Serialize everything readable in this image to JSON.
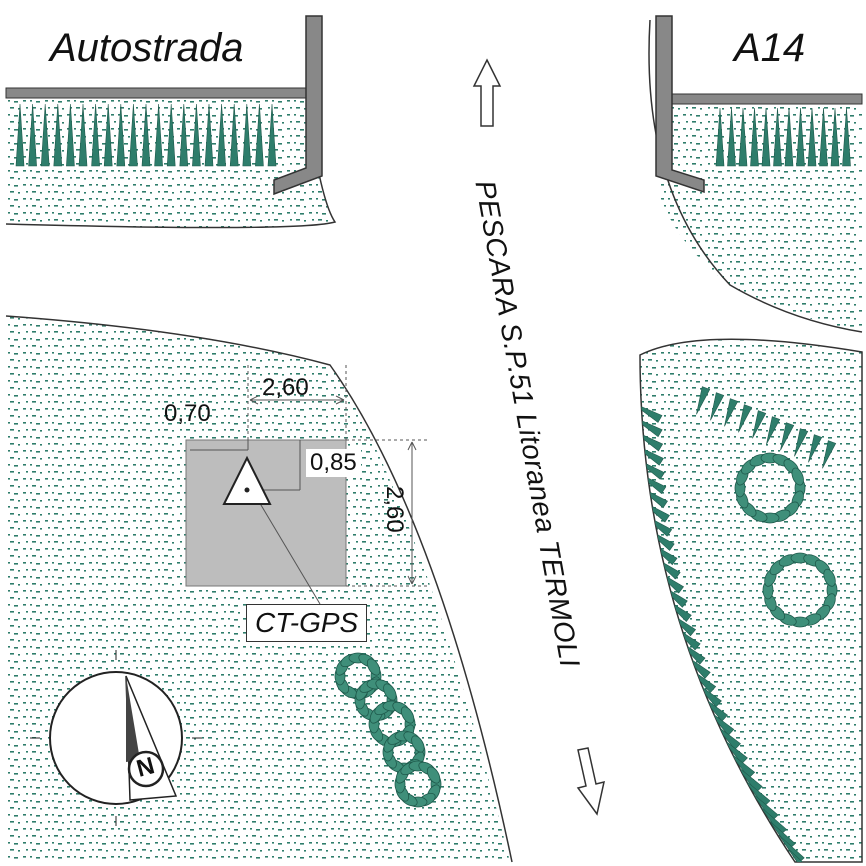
{
  "labels": {
    "top_left": "Autostrada",
    "top_right": "A14",
    "road_name": "PESCARA  S.P.51 Litoranea  TERMOLI",
    "station": "CT-GPS",
    "north": "N"
  },
  "dimensions": {
    "width": "2,60",
    "height": "2,60",
    "offset_x": "0,70",
    "offset_y": "0,85"
  },
  "colors": {
    "vegetation": "#2e7d6b",
    "tree": "#3f8f7a",
    "wall": "#888888",
    "platform": "#bdbdbd"
  },
  "icons": [
    "arrow-up-icon",
    "arrow-down-icon",
    "north-arrow-icon",
    "survey-marker-icon"
  ]
}
